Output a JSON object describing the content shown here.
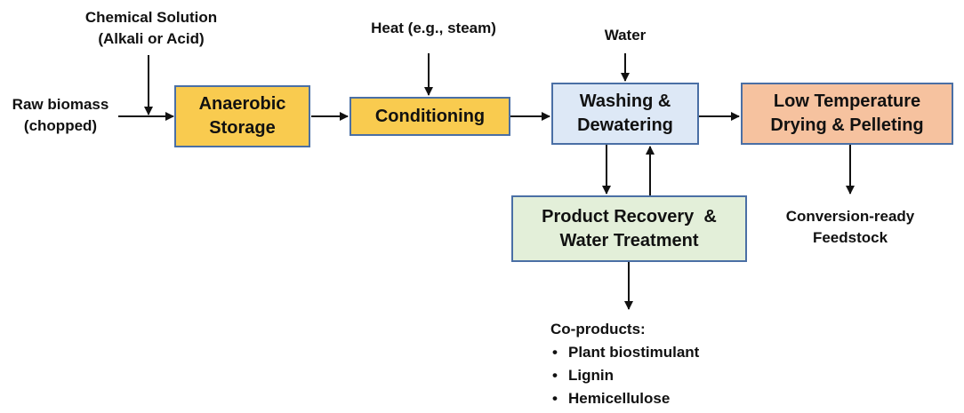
{
  "inputs": {
    "chemical": [
      "Chemical Solution",
      "(Alkali or Acid)"
    ],
    "raw_biomass": [
      "Raw biomass",
      "(chopped)"
    ],
    "heat": "Heat (e.g., steam)",
    "water": "Water"
  },
  "boxes": {
    "anaerobic_storage": [
      "Anaerobic",
      "Storage"
    ],
    "conditioning": [
      "Conditioning"
    ],
    "washing": [
      "Washing &",
      "Dewatering"
    ],
    "drying": [
      "Low Temperature",
      "Drying & Pelleting"
    ],
    "recovery": [
      "Product Recovery  &",
      "Water Treatment"
    ]
  },
  "outputs": {
    "feedstock": [
      "Conversion-ready",
      "Feedstock"
    ],
    "coproducts_title": "Co-products:",
    "coproducts": [
      "Plant biostimulant",
      "Lignin",
      "Hemicellulose"
    ]
  },
  "colors": {
    "yellow": "#f9cb4f",
    "blue": "#dde8f6",
    "orange": "#f6c29f",
    "green": "#e3efd9",
    "border": "#4a6fa5",
    "arrow": "#111111"
  }
}
